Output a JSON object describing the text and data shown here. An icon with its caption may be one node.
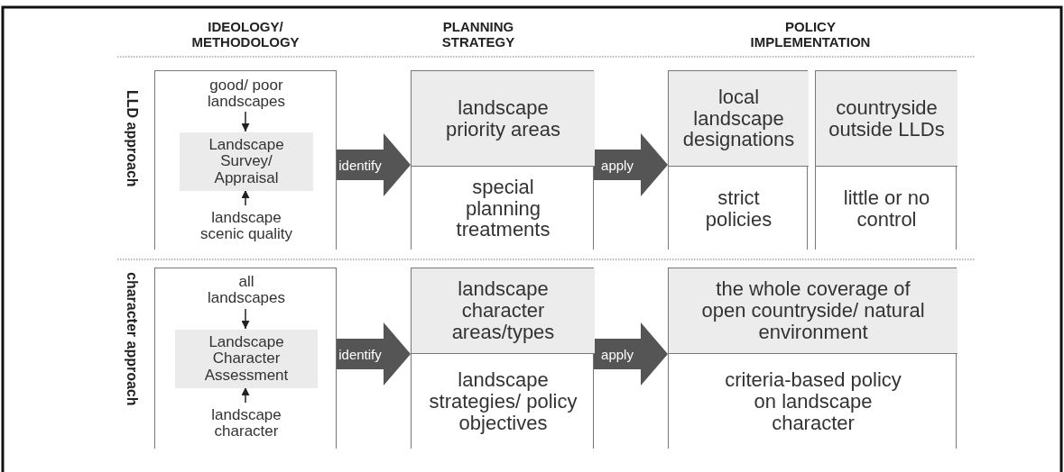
{
  "diagram": {
    "nodes": [
      {
        "text": [],
        "shape": "box"
      },
      {
        "text": [
          "good/ poor landscapes"
        ],
        "in": 0
      },
      {
        "text": [
          "Landscape Survey/ Appraisal"
        ],
        "in": 0
      },
      {
        "text": [
          "landscape scenic quality"
        ],
        "in": 0
      },
      {
        "text": [],
        "shape": "box"
      },
      {
        "text": [
          "landscape priority areas"
        ],
        "in": 4
      },
      {
        "text": [
          "special planning treatments"
        ],
        "in": 4
      },
      {
        "text": [],
        "shape": "box"
      },
      {
        "text": [
          "local landscape designations"
        ],
        "in": 7
      },
      {
        "text": [
          "strict policies"
        ],
        "in": 7
      },
      {
        "text": [],
        "shape": "box"
      },
      {
        "text": [
          "countryside outside LLDs"
        ],
        "in": 10
      },
      {
        "text": [
          "little or no control"
        ],
        "in": 10
      },
      {
        "text": [],
        "shape": "box"
      },
      {
        "text": [
          "all landscapes"
        ],
        "in": 13
      },
      {
        "text": [
          "Landscape Character Assessment"
        ],
        "in": 13
      },
      {
        "text": [
          "landscape character"
        ],
        "in": 13
      },
      {
        "text": [],
        "shape": "box"
      },
      {
        "text": [
          "landscape character areas/types"
        ],
        "in": 17
      },
      {
        "text": [
          "landscape strategies/ policy objectives"
        ],
        "in": 17
      },
      {
        "text": [],
        "shape": "box"
      },
      {
        "text": [
          "the whole coverage of open countryside/ natural environment"
        ],
        "in": 20
      },
      {
        "text": [
          "criteria-based policy on landscape character"
        ],
        "in": 20
      }
    ],
    "edges": [
      {
        "from": 1,
        "to": 2,
        "arrow": "to"
      },
      {
        "from": 3,
        "to": 2,
        "arrow": "to"
      },
      {
        "from": 0,
        "to": 4,
        "arrow": "to",
        "label": "identify",
        "style": "thick"
      },
      {
        "from": 4,
        "to": 7,
        "arrow": "to",
        "label": "apply",
        "style": "thick"
      },
      {
        "from": 14,
        "to": 15,
        "arrow": "to"
      },
      {
        "from": 16,
        "to": 15,
        "arrow": "to"
      },
      {
        "from": 13,
        "to": 17,
        "arrow": "to",
        "label": "identify",
        "style": "thick"
      },
      {
        "from": 17,
        "to": 20,
        "arrow": "to",
        "label": "apply",
        "style": "thick"
      }
    ],
    "labels": [
      "IDEOLOGY/ METHODOLOGY",
      "PLANNING STRATEGY",
      "POLICY IMPLEMENTATION",
      "LLD approach",
      "character approach"
    ]
  }
}
